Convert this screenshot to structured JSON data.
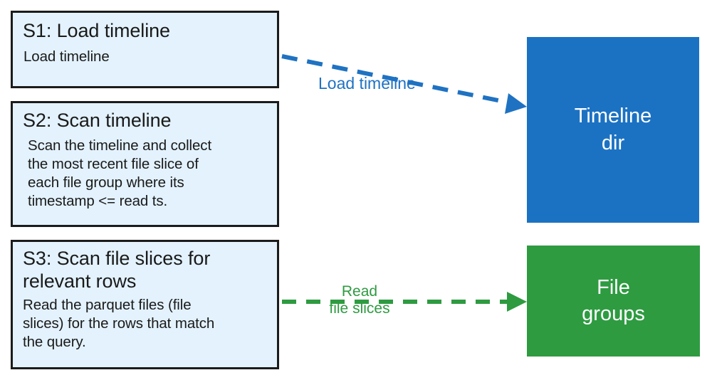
{
  "diagram": {
    "title": "Hudi snapshot query read flow",
    "colors": {
      "step_fill": "#e3f2fd",
      "step_border": "#1b1b1b",
      "timeline_blue": "#1b72c3",
      "file_groups_green": "#2e9b41",
      "text_dark": "#1a1a1a",
      "text_white": "#ffffff"
    },
    "steps": [
      {
        "id": "s1",
        "title": "S1: Load timeline",
        "body": "Load timeline"
      },
      {
        "id": "s2",
        "title": "S2: Scan timeline",
        "body": "Scan the timeline and collect\nthe most recent file slice of\neach file group where its\ntimestamp <= read ts."
      },
      {
        "id": "s3",
        "title": "S3: Scan file slices for\nrelevant rows",
        "body": "Read the parquet files (file\nslices) for the rows that match\nthe query."
      }
    ],
    "stores": [
      {
        "id": "timeline-dir",
        "label": "Timeline\ndir",
        "color": "#1b72c3"
      },
      {
        "id": "file-groups",
        "label": "File\ngroups",
        "color": "#2e9b41"
      }
    ],
    "connectors": [
      {
        "id": "load-timeline-edge",
        "label": "Load timeline",
        "color": "#1f72c2",
        "style": "dashed",
        "from": "s1",
        "to": "timeline-dir"
      },
      {
        "id": "read-file-slices-edge",
        "label": "Read\nfile slices",
        "color": "#2e9b41",
        "style": "dashed",
        "from": "s3",
        "to": "file-groups"
      }
    ]
  }
}
